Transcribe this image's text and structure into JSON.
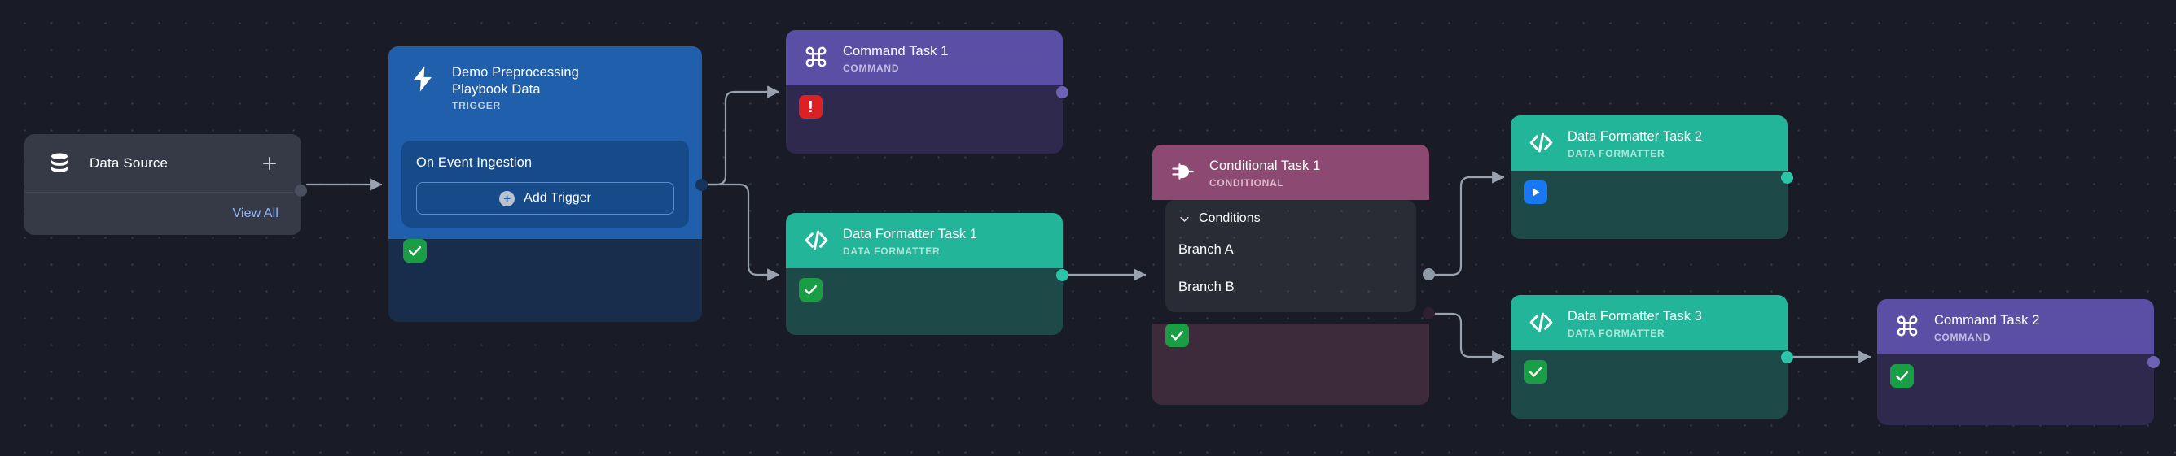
{
  "canvas": {
    "background_color": "#191c26",
    "grid": "dot-grid"
  },
  "data_source_card": {
    "title": "Data Source",
    "icon": "database-icon",
    "add_icon": "plus-icon",
    "view_all_label": "View All",
    "view_all_color": "#92b6f2",
    "background_color": "#363a47"
  },
  "trigger_node": {
    "title": "Demo Preprocessing\nPlaybook Data",
    "subtitle": "TRIGGER",
    "icon": "lightning-bolt-icon",
    "event_label": "On Event Ingestion",
    "add_trigger_label": "Add Trigger",
    "add_trigger_icon": "plus-circle-icon",
    "status": "success",
    "status_icon": "check-icon",
    "header_color": "#1f5fac",
    "body_color": "#182c4c"
  },
  "nodes": [
    {
      "id": "command-task-1",
      "title": "Command Task 1",
      "subtitle": "COMMAND",
      "icon": "command-icon",
      "status": "error",
      "status_icon": "exclamation-icon",
      "header_color": "#5b4ea5",
      "body_color": "#2f2a4d"
    },
    {
      "id": "formatter-task-1",
      "title": "Data Formatter Task 1",
      "subtitle": "DATA FORMATTER",
      "icon": "code-brackets-icon",
      "status": "success",
      "status_icon": "check-icon",
      "header_color": "#23b59a",
      "body_color": "#1d4a48"
    },
    {
      "id": "conditional-task-1",
      "title": "Conditional Task 1",
      "subtitle": "CONDITIONAL",
      "icon": "conditional-logic-icon",
      "conditions_label": "Conditions",
      "conditions_chevron": "chevron-down-icon",
      "branches": [
        {
          "label": "Branch A",
          "port_color": "#8e9aa8"
        },
        {
          "label": "Branch B",
          "port_color": "#2e2030"
        }
      ],
      "status": "success",
      "status_icon": "check-icon",
      "header_color": "#8c4971",
      "body_color": "#3d2b3c"
    },
    {
      "id": "formatter-task-2",
      "title": "Data Formatter Task 2",
      "subtitle": "DATA FORMATTER",
      "icon": "code-brackets-icon",
      "status": "running",
      "status_icon": "play-icon",
      "header_color": "#23b59a",
      "body_color": "#1d4a48"
    },
    {
      "id": "formatter-task-3",
      "title": "Data Formatter Task 3",
      "subtitle": "DATA FORMATTER",
      "icon": "code-brackets-icon",
      "status": "success",
      "status_icon": "check-icon",
      "header_color": "#23b59a",
      "body_color": "#1d4a48"
    },
    {
      "id": "command-task-2",
      "title": "Command Task 2",
      "subtitle": "COMMAND",
      "icon": "command-icon",
      "status": "success",
      "status_icon": "check-icon",
      "header_color": "#5b4ea5",
      "body_color": "#2f2a4d"
    }
  ],
  "edges": [
    {
      "from": "data-source",
      "to": "trigger-node"
    },
    {
      "from": "trigger-node",
      "to": "command-task-1"
    },
    {
      "from": "trigger-node",
      "to": "formatter-task-1"
    },
    {
      "from": "formatter-task-1",
      "to": "conditional-task-1"
    },
    {
      "from": "conditional-task-1:branch-a",
      "to": "formatter-task-2"
    },
    {
      "from": "conditional-task-1:branch-b",
      "to": "formatter-task-3"
    },
    {
      "from": "formatter-task-3",
      "to": "command-task-2"
    }
  ],
  "colors": {
    "edge": "#9aa2b1",
    "success": "#1a9e45",
    "error": "#dd2026",
    "running": "#1877f2"
  }
}
